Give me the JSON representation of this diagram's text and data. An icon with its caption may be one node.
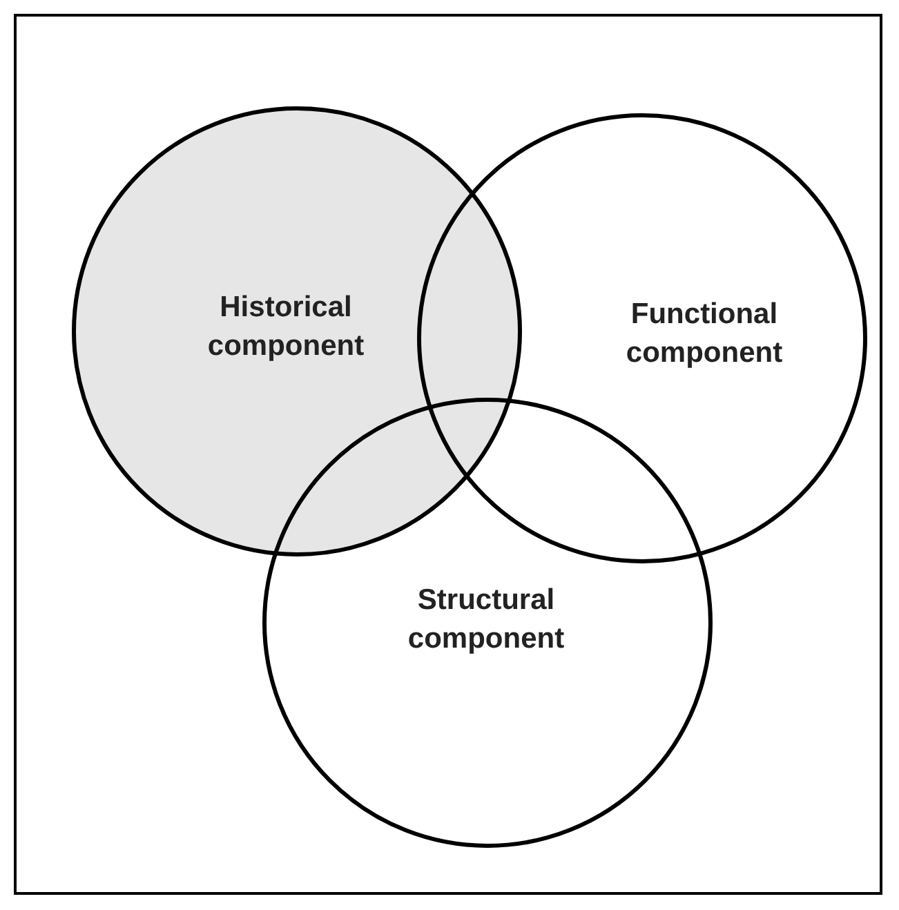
{
  "diagram": {
    "nodes": [
      {
        "text": [
          "Historical component"
        ]
      },
      {
        "text": [
          "Functional component"
        ]
      },
      {
        "text": [
          "Structural component"
        ]
      }
    ]
  }
}
